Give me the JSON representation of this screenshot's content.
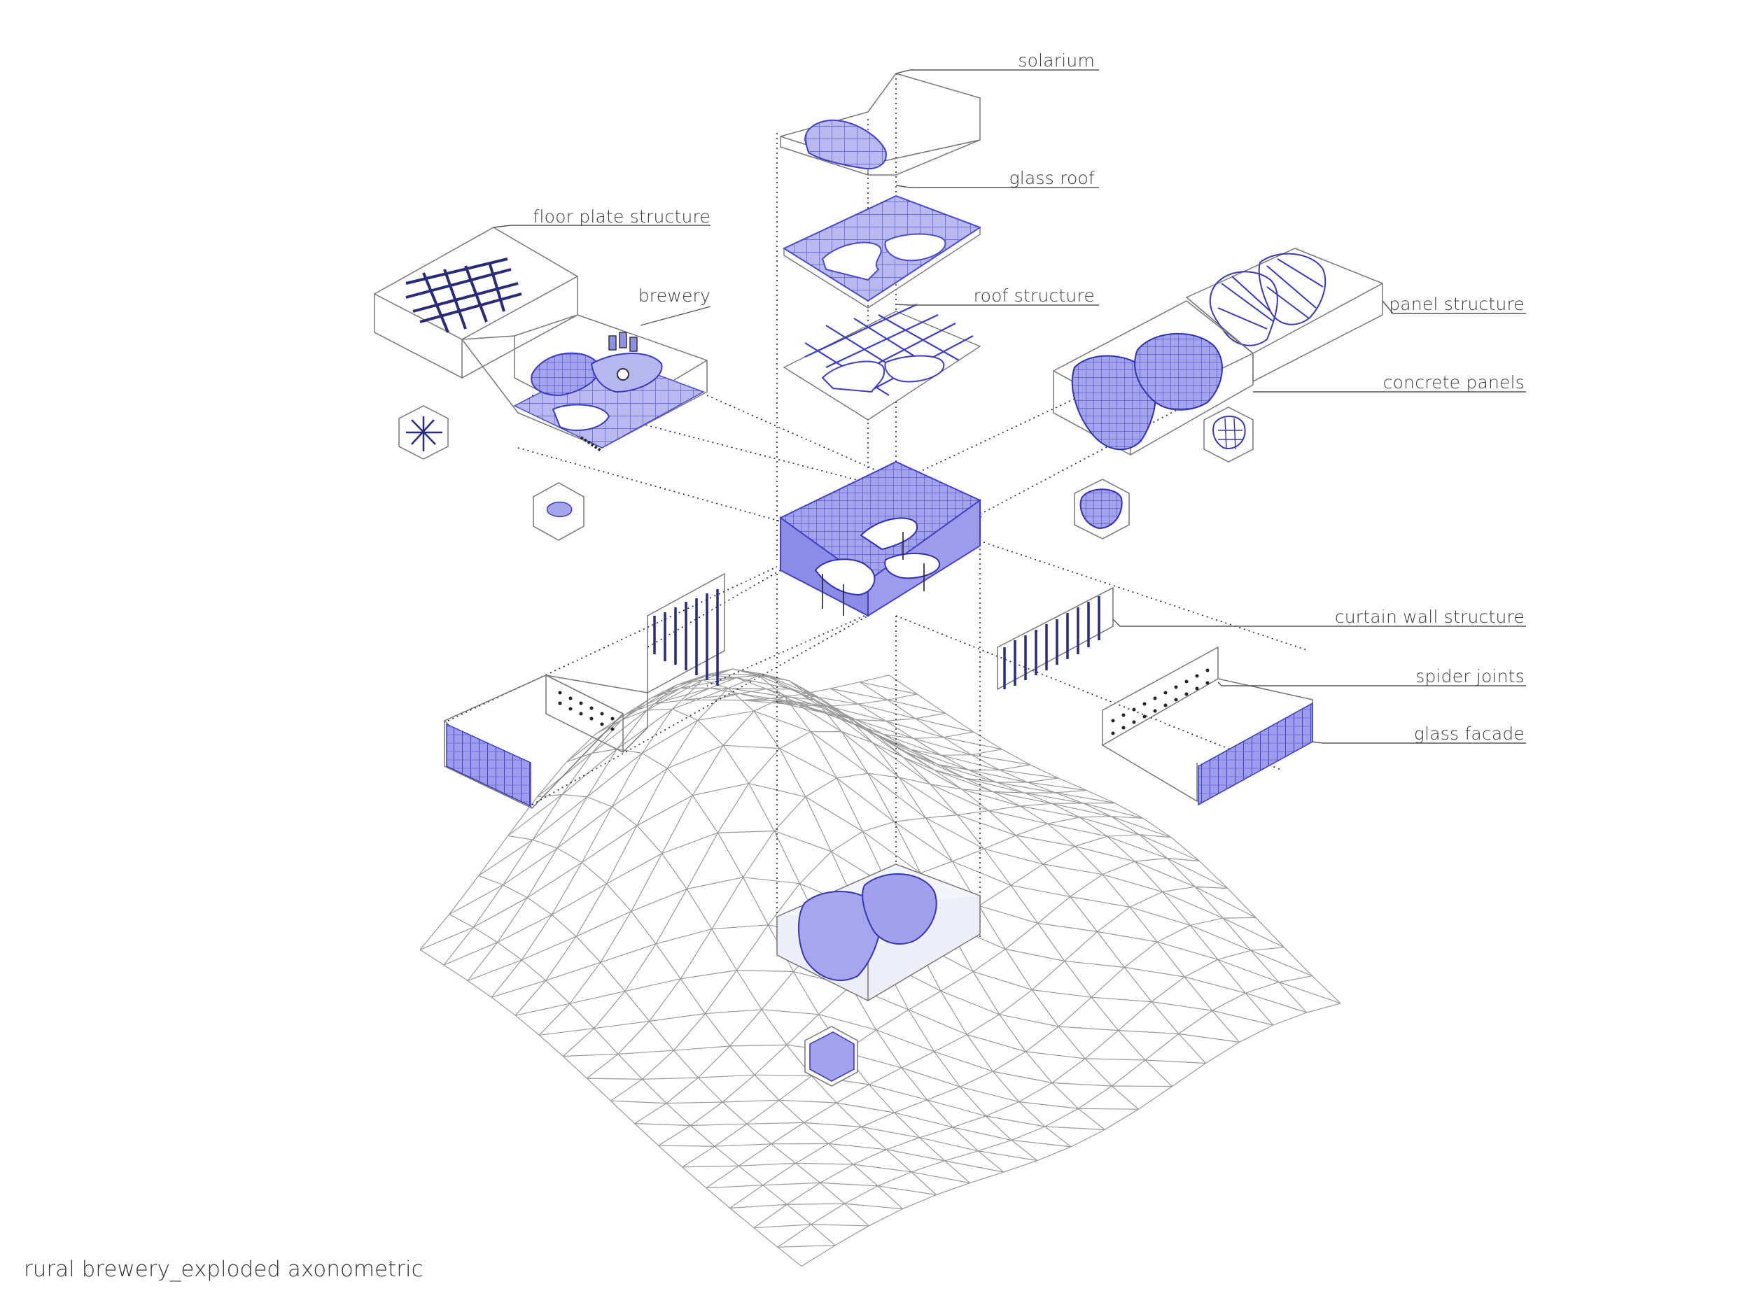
{
  "caption": "rural brewery_exploded axonometric",
  "colors": {
    "accent": "#5b5bd6",
    "accent_fill": "#a9a9ee",
    "line": "#777777",
    "text": "#3a3a3a",
    "background": "#ffffff"
  },
  "labels": {
    "solarium": "solarium",
    "glass_roof": "glass roof",
    "roof_structure": "roof structure",
    "floor_plate_structure": "floor plate structure",
    "brewery": "brewery",
    "panel_structure": "panel structure",
    "concrete_panels": "concrete panels",
    "curtain_wall_structure": "curtain wall structure",
    "spider_joints": "spider joints",
    "glass_facade": "glass facade"
  }
}
